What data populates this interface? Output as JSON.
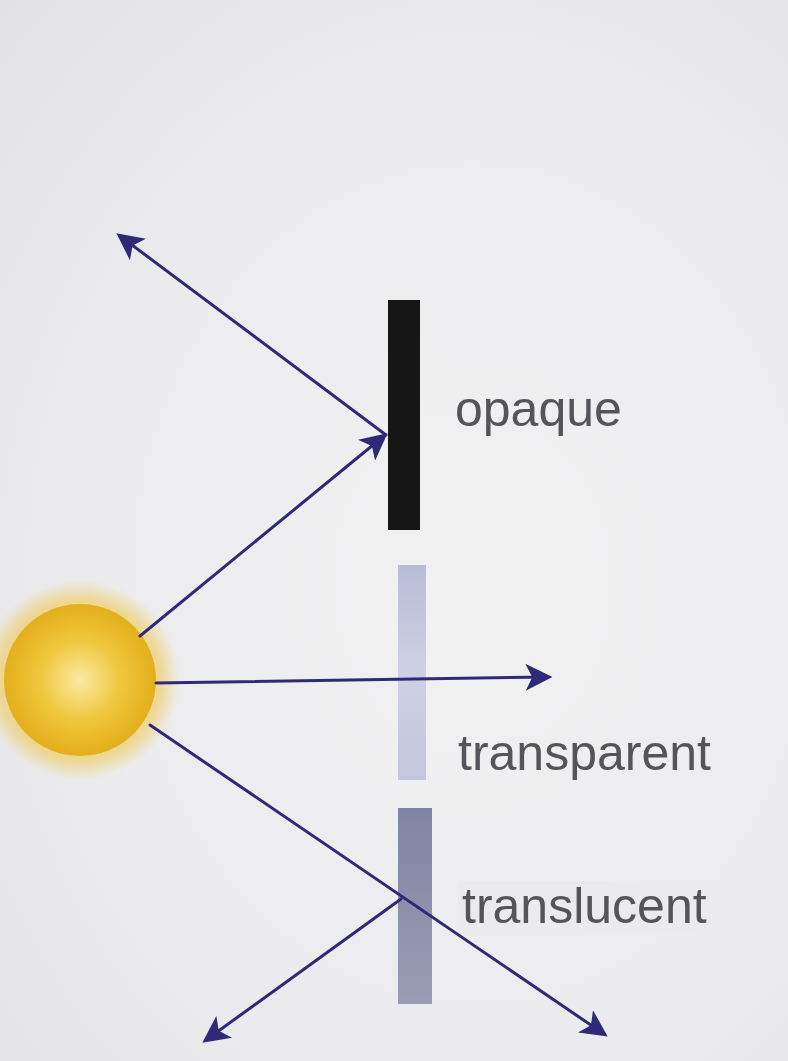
{
  "diagram": {
    "labels": [
      "opaque",
      "transparent",
      "translucent"
    ]
  }
}
